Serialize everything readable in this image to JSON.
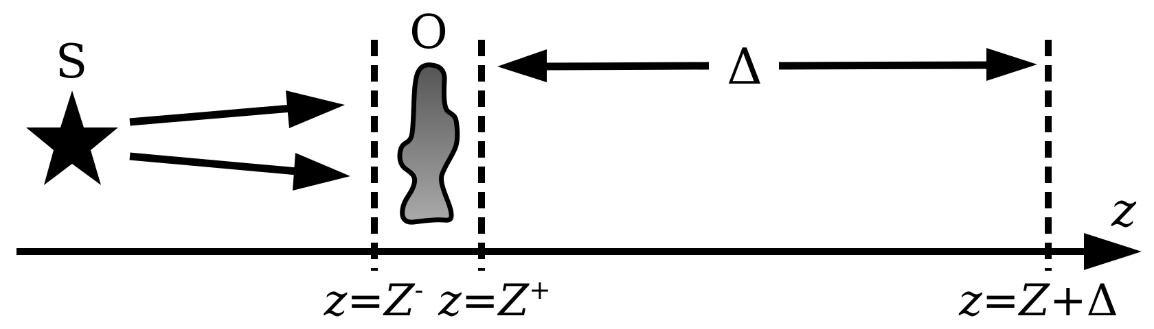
{
  "labels": {
    "source": "S",
    "object": "O",
    "delta": "Δ",
    "axis": "z",
    "plane_minus": {
      "z": "z",
      "eq": "=",
      "Z": "Z",
      "sup": "-"
    },
    "plane_plus": {
      "z": "z",
      "eq": "=",
      "Z": "Z",
      "sup": "+"
    },
    "plane_delta": {
      "z": "z",
      "eq": "=",
      "Z": "Z",
      "plus": "+",
      "delta": "Δ"
    }
  },
  "colors": {
    "ink": "#000000",
    "object_top": "#555555",
    "object_bottom": "#aaaaaa"
  }
}
